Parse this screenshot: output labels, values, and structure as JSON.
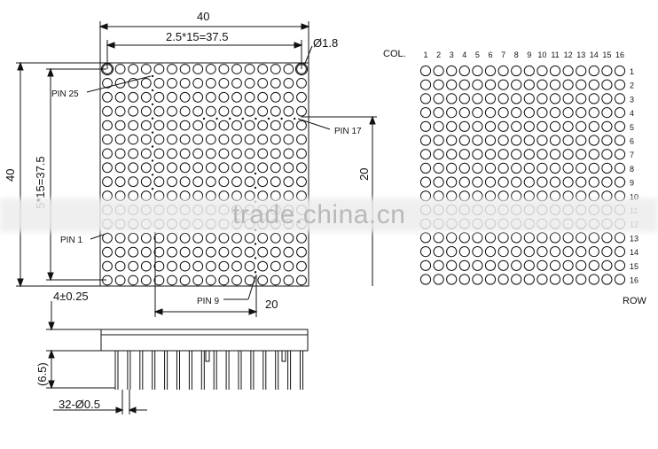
{
  "top_view": {
    "width_dim": "40",
    "pitch_dim": "2.5*15=37.5",
    "hole_dim": "Ø1.8",
    "height_dim": "40",
    "pitch_dim_vertical": "5*15=37.5",
    "pin25_label": "PIN 25",
    "pin17_label": "PIN 17",
    "pin1_label": "PIN 1",
    "pin9_label": "PIN 9",
    "right_dim": "20",
    "bottom_dim": "20",
    "grid": {
      "rows": 16,
      "cols": 16
    }
  },
  "side_view": {
    "thickness_dim": "4±0.25",
    "pin_length_dim": "(6.5)",
    "pin_dim": "32-Ø0.5"
  },
  "matrix": {
    "col_label": "COL.",
    "row_label": "ROW",
    "col_numbers": [
      "1",
      "2",
      "3",
      "4",
      "5",
      "6",
      "7",
      "8",
      "9",
      "10",
      "11",
      "12",
      "13",
      "14",
      "15",
      "16"
    ],
    "row_numbers": [
      "1",
      "2",
      "3",
      "4",
      "5",
      "6",
      "7",
      "8",
      "9",
      "10",
      "11",
      "12",
      "13",
      "14",
      "15",
      "16"
    ]
  },
  "watermark": "trade.china.cn"
}
